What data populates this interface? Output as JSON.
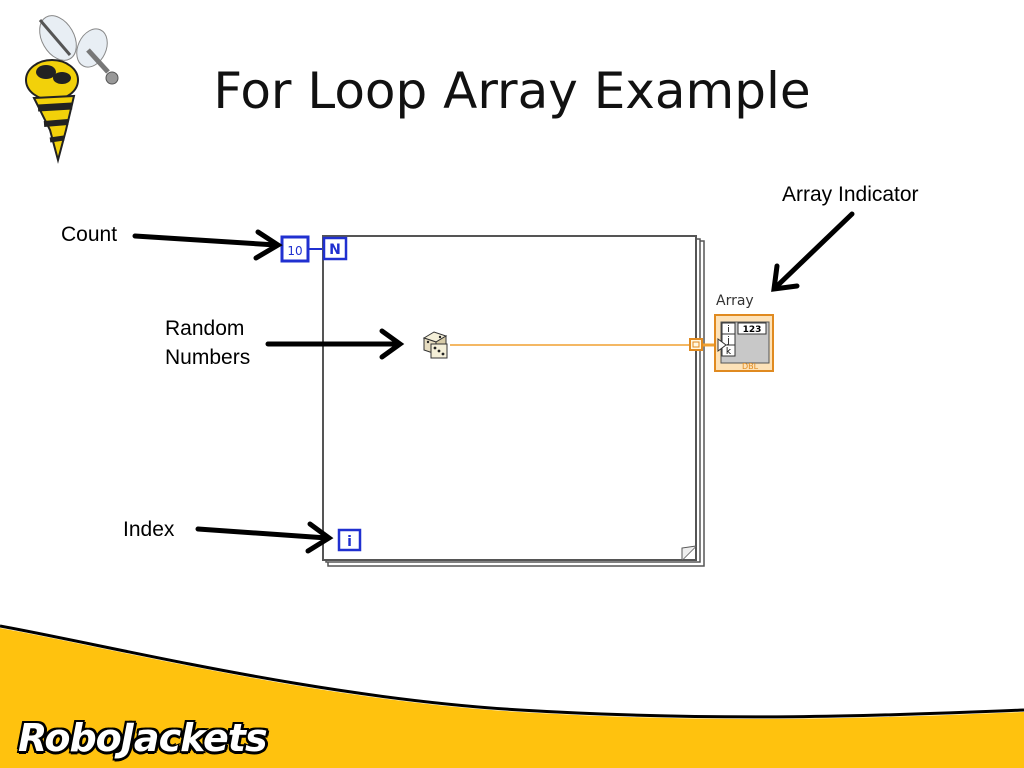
{
  "slide": {
    "title": "For Loop Array Example",
    "brand": "RoboJackets"
  },
  "annotations": {
    "count": "Count",
    "random_line1": "Random",
    "random_line2": "Numbers",
    "index": "Index",
    "array_indicator": "Array Indicator"
  },
  "diagram": {
    "count_constant": "10",
    "count_terminal": "N",
    "iteration_terminal": "i",
    "indicator_label": "Array",
    "indicator_index_rows": [
      "i",
      "j",
      "k"
    ],
    "indicator_value": "123",
    "indicator_type": "DBL",
    "wire_color": "#f0a030",
    "loop_border_color": "#555555",
    "terminal_color": "#2030d0"
  },
  "colors": {
    "banner": "#ffc20e",
    "banner_edge": "#000000"
  },
  "icons": {
    "logo": "yellow-jacket-mascot-icon",
    "dice": "random-number-dice-icon"
  }
}
